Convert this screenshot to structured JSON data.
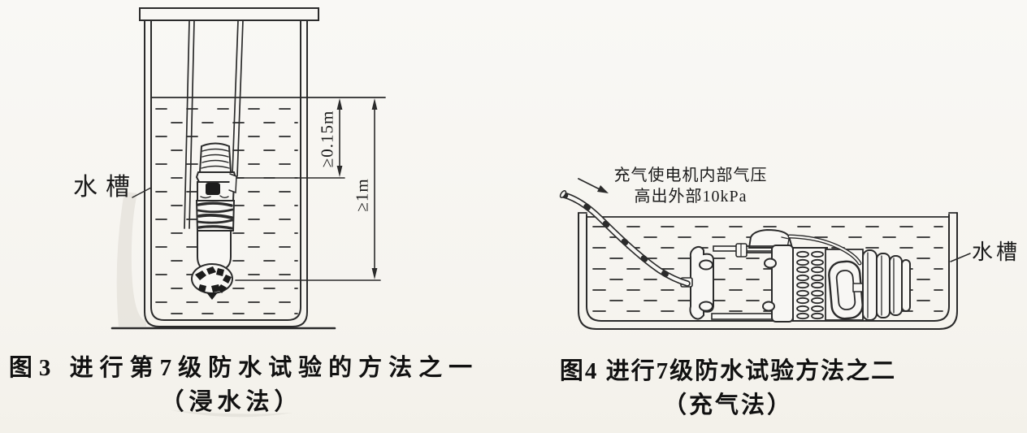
{
  "page": {
    "ink_color": "#2b2b2b",
    "paper_color": "#f8f7f4"
  },
  "figure3": {
    "tank_label": "水槽",
    "dim_device_top": "≥0.15m",
    "dim_device_bottom": "≥1m",
    "caption_line1": "图3 进行第7级防水试验的方法之一",
    "caption_line2": "（浸水法）"
  },
  "figure4": {
    "annotation_line1": "充气使电机内部气压",
    "annotation_line2": "高出外部10kPa",
    "tank_label": "水槽",
    "caption_line1": "图4 进行7级防水试验方法之二",
    "caption_line2": "（充气法）"
  }
}
